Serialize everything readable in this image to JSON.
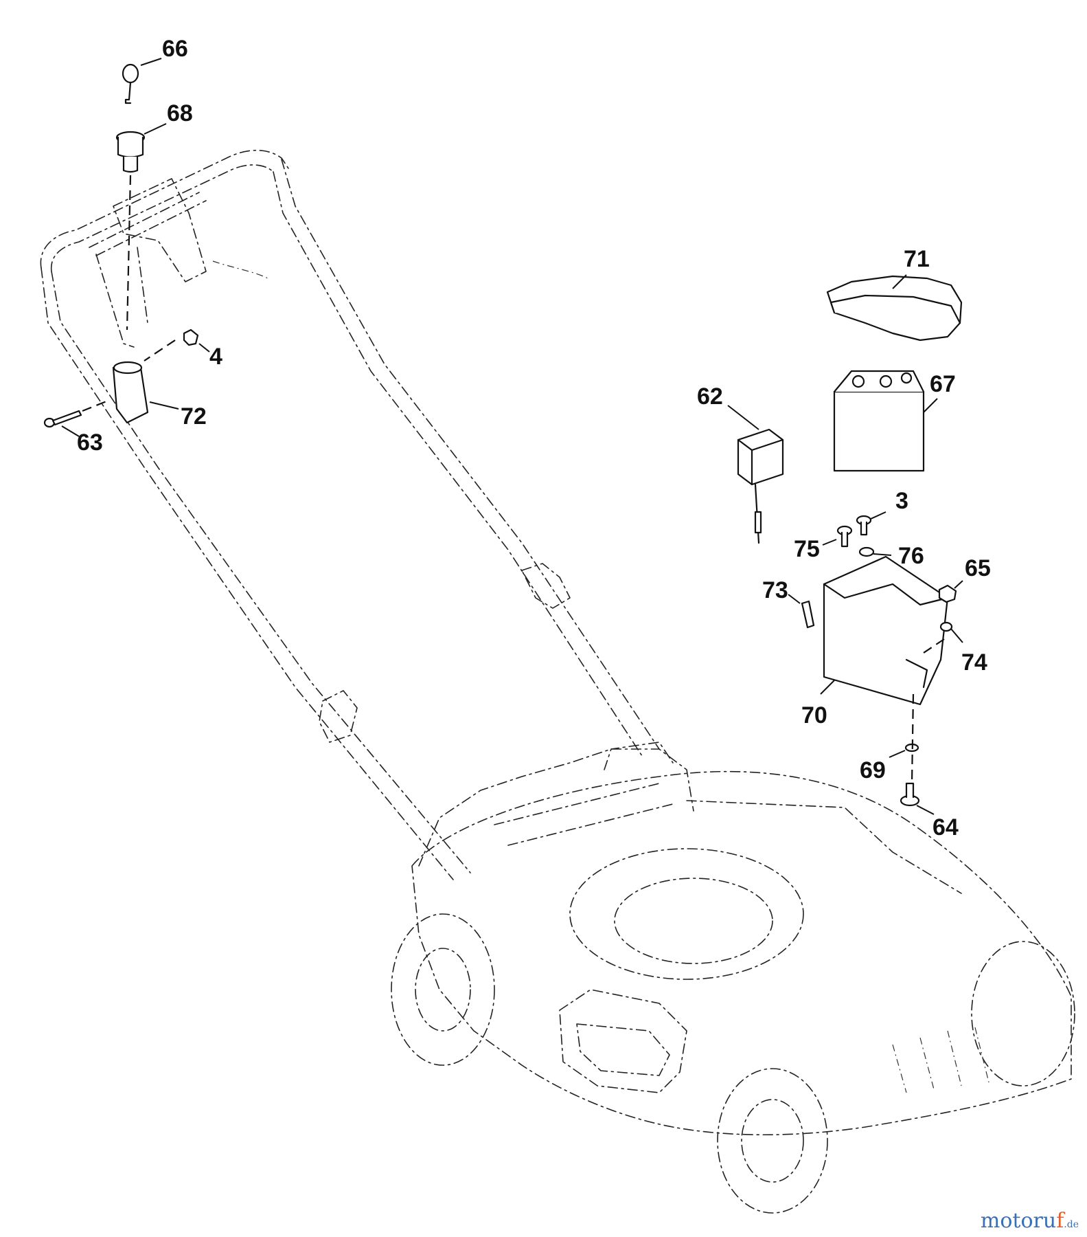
{
  "callouts": [
    {
      "label": "66"
    },
    {
      "label": "68"
    },
    {
      "label": "4"
    },
    {
      "label": "72"
    },
    {
      "label": "63"
    },
    {
      "label": "71"
    },
    {
      "label": "67"
    },
    {
      "label": "62"
    },
    {
      "label": "3"
    },
    {
      "label": "75"
    },
    {
      "label": "76"
    },
    {
      "label": "65"
    },
    {
      "label": "73"
    },
    {
      "label": "74"
    },
    {
      "label": "70"
    },
    {
      "label": "69"
    },
    {
      "label": "64"
    }
  ],
  "watermark": {
    "main": "motoru",
    "accent": "f",
    "suffix": ".de"
  },
  "colors": {
    "line": "#111111",
    "watermark_blue": "#3a6fb5",
    "watermark_orange": "#e0602a"
  }
}
